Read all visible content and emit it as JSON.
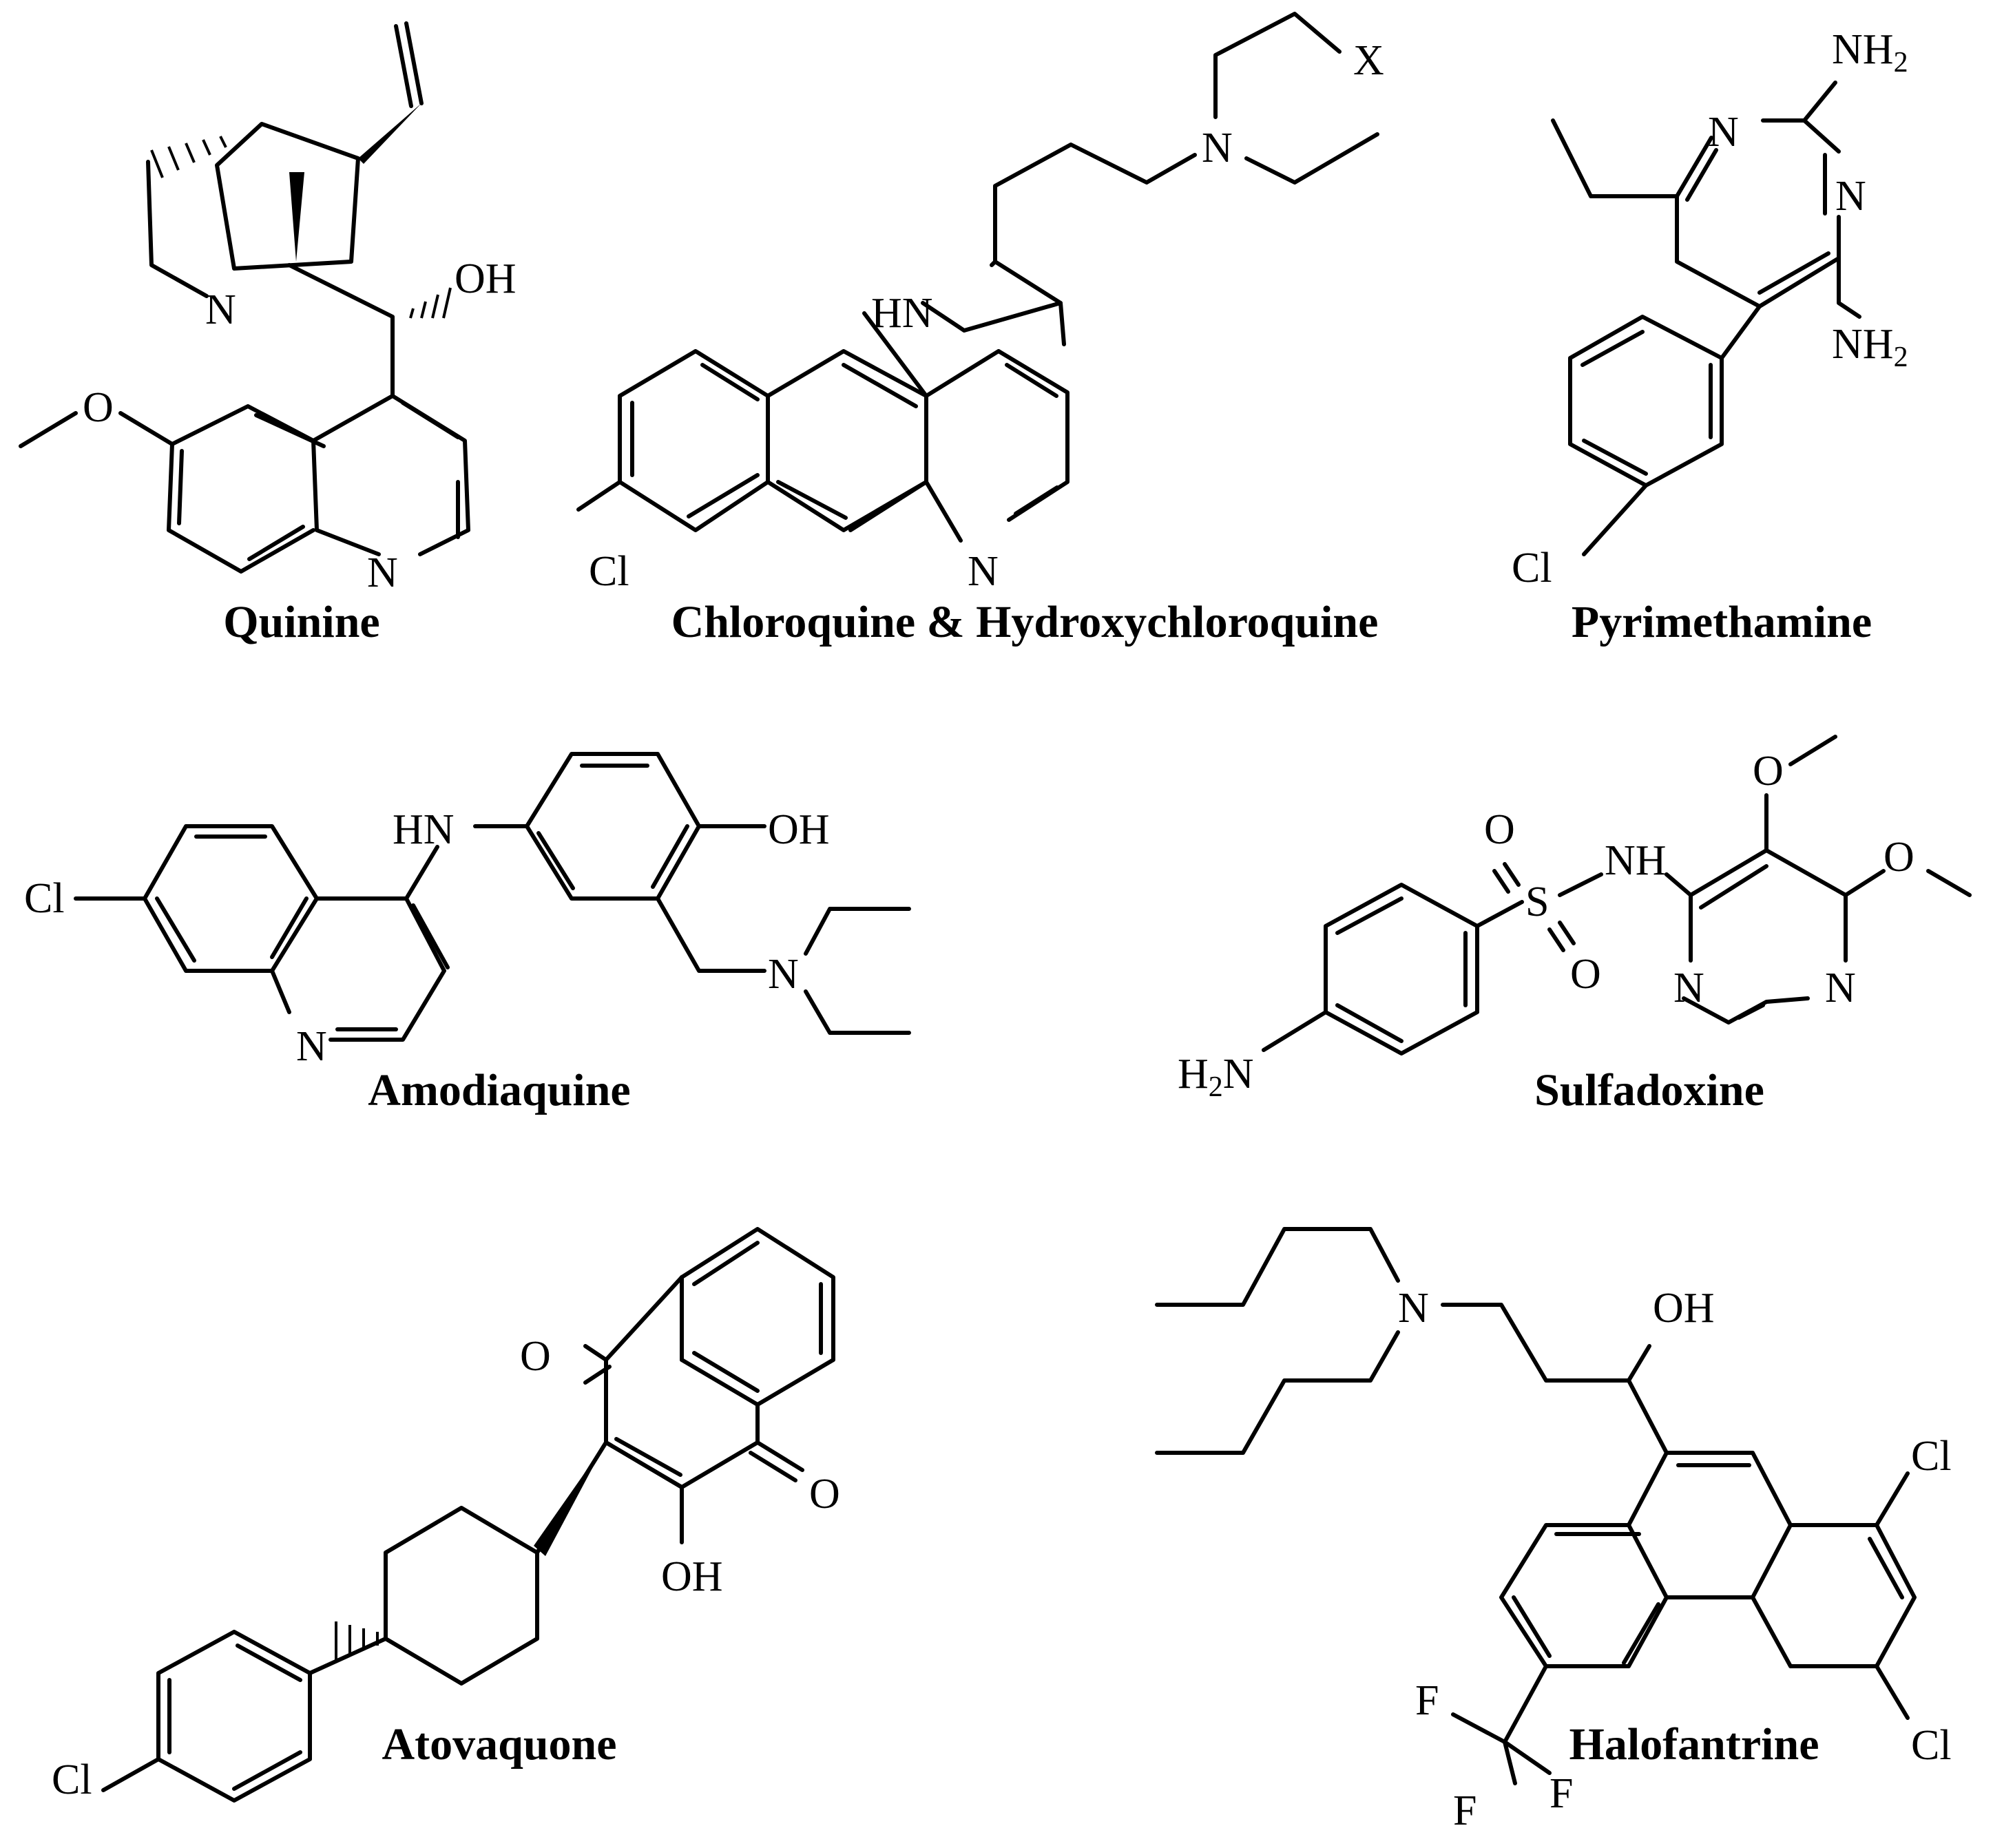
{
  "compounds": {
    "quinine": {
      "name": "Quinine",
      "atoms": {
        "n1": "N",
        "n2": "N",
        "oh": "OH",
        "o": "O"
      }
    },
    "chloroquine": {
      "name": "Chloroquine & Hydroxychloroquine",
      "atoms": {
        "x": "X",
        "n_amine": "N",
        "hn": "HN",
        "n_ring": "N",
        "cl": "Cl"
      }
    },
    "pyrimethamine": {
      "name": "Pyrimethamine",
      "atoms": {
        "n1": "N",
        "n2": "N",
        "nh2_top": "NH",
        "nh2_bottom": "NH",
        "sub": "2",
        "cl": "Cl"
      }
    },
    "amodiaquine": {
      "name": "Amodiaquine",
      "atoms": {
        "cl": "Cl",
        "hn": "HN",
        "oh": "OH",
        "n_amine": "N",
        "n_ring": "N"
      }
    },
    "sulfadoxine": {
      "name": "Sulfadoxine",
      "atoms": {
        "o1": "O",
        "s": "S",
        "o2": "O",
        "nh": "NH",
        "o3": "O",
        "o4": "O",
        "n1": "N",
        "n2": "N",
        "h2": "H",
        "sub": "2",
        "n_amine": "N"
      }
    },
    "atovaquone": {
      "name": "Atovaquone",
      "atoms": {
        "o1": "O",
        "o2": "O",
        "oh": "OH",
        "cl": "Cl"
      }
    },
    "halofantrine": {
      "name": "Halofantrine",
      "atoms": {
        "n": "N",
        "oh": "OH",
        "cl1": "Cl",
        "cl2": "Cl",
        "f1": "F",
        "f2": "F",
        "f3": "F"
      }
    }
  }
}
